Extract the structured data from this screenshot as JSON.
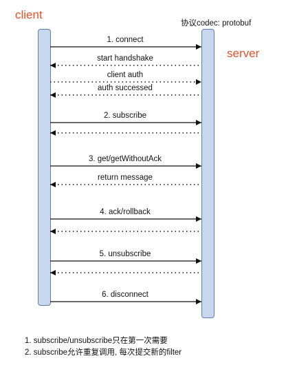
{
  "client_label": "client",
  "server_label": "server",
  "codec_note": "协议codec: protobuf",
  "messages": [
    {
      "label": "1. connect",
      "direction": "right",
      "style": "solid"
    },
    {
      "label": "start handshake",
      "direction": "left",
      "style": "dotted"
    },
    {
      "label": "client auth",
      "direction": "right",
      "style": "dotted"
    },
    {
      "label": "auth successed",
      "direction": "left",
      "style": "dotted"
    },
    {
      "label": "2. subscribe",
      "direction": "right",
      "style": "solid"
    },
    {
      "label": "",
      "direction": "left",
      "style": "dotted"
    },
    {
      "label": "3. get/getWithoutAck",
      "direction": "right",
      "style": "solid"
    },
    {
      "label": "return message",
      "direction": "left",
      "style": "dotted"
    },
    {
      "label": "4. ack/rollback",
      "direction": "right",
      "style": "solid"
    },
    {
      "label": "",
      "direction": "left",
      "style": "dotted"
    },
    {
      "label": "5. unsubscribe",
      "direction": "right",
      "style": "solid"
    },
    {
      "label": "",
      "direction": "left",
      "style": "dotted"
    },
    {
      "label": "6. disconnect",
      "direction": "right",
      "style": "solid"
    }
  ],
  "notes": [
    "1. subscribe/unsubscribe只在第一次需要",
    "2. subscribe允许重复调用, 每次提交新的filter"
  ],
  "colors": {
    "title_accent": "#e8502a",
    "lifeline_fill": "#c9d7ee",
    "lifeline_border": "#5a7fb5",
    "arrow": "#111111"
  }
}
